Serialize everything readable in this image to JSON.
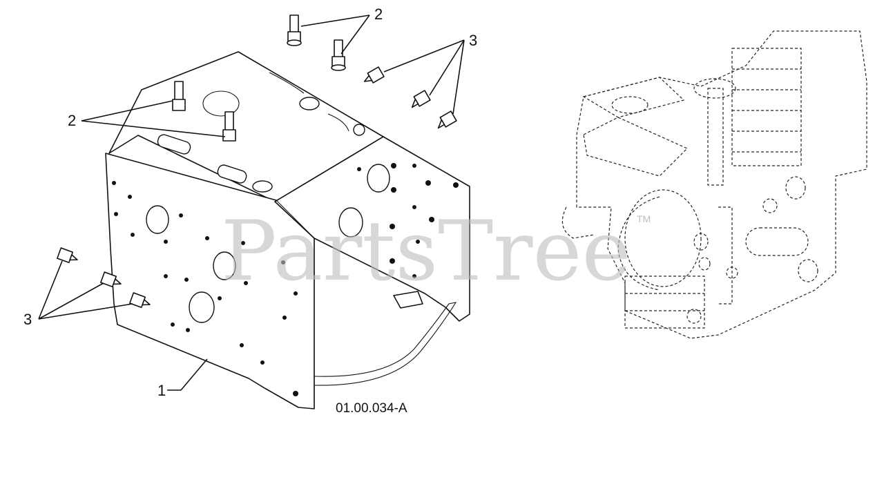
{
  "diagram": {
    "drawing_code": "01.00.034-A",
    "watermark": "PartsTree",
    "trademark": "TM",
    "callouts": [
      {
        "id": "callout-1",
        "label": "1"
      },
      {
        "id": "callout-2-top",
        "label": "2"
      },
      {
        "id": "callout-2-left",
        "label": "2"
      },
      {
        "id": "callout-3-top",
        "label": "3"
      },
      {
        "id": "callout-3-left",
        "label": "3"
      }
    ]
  }
}
